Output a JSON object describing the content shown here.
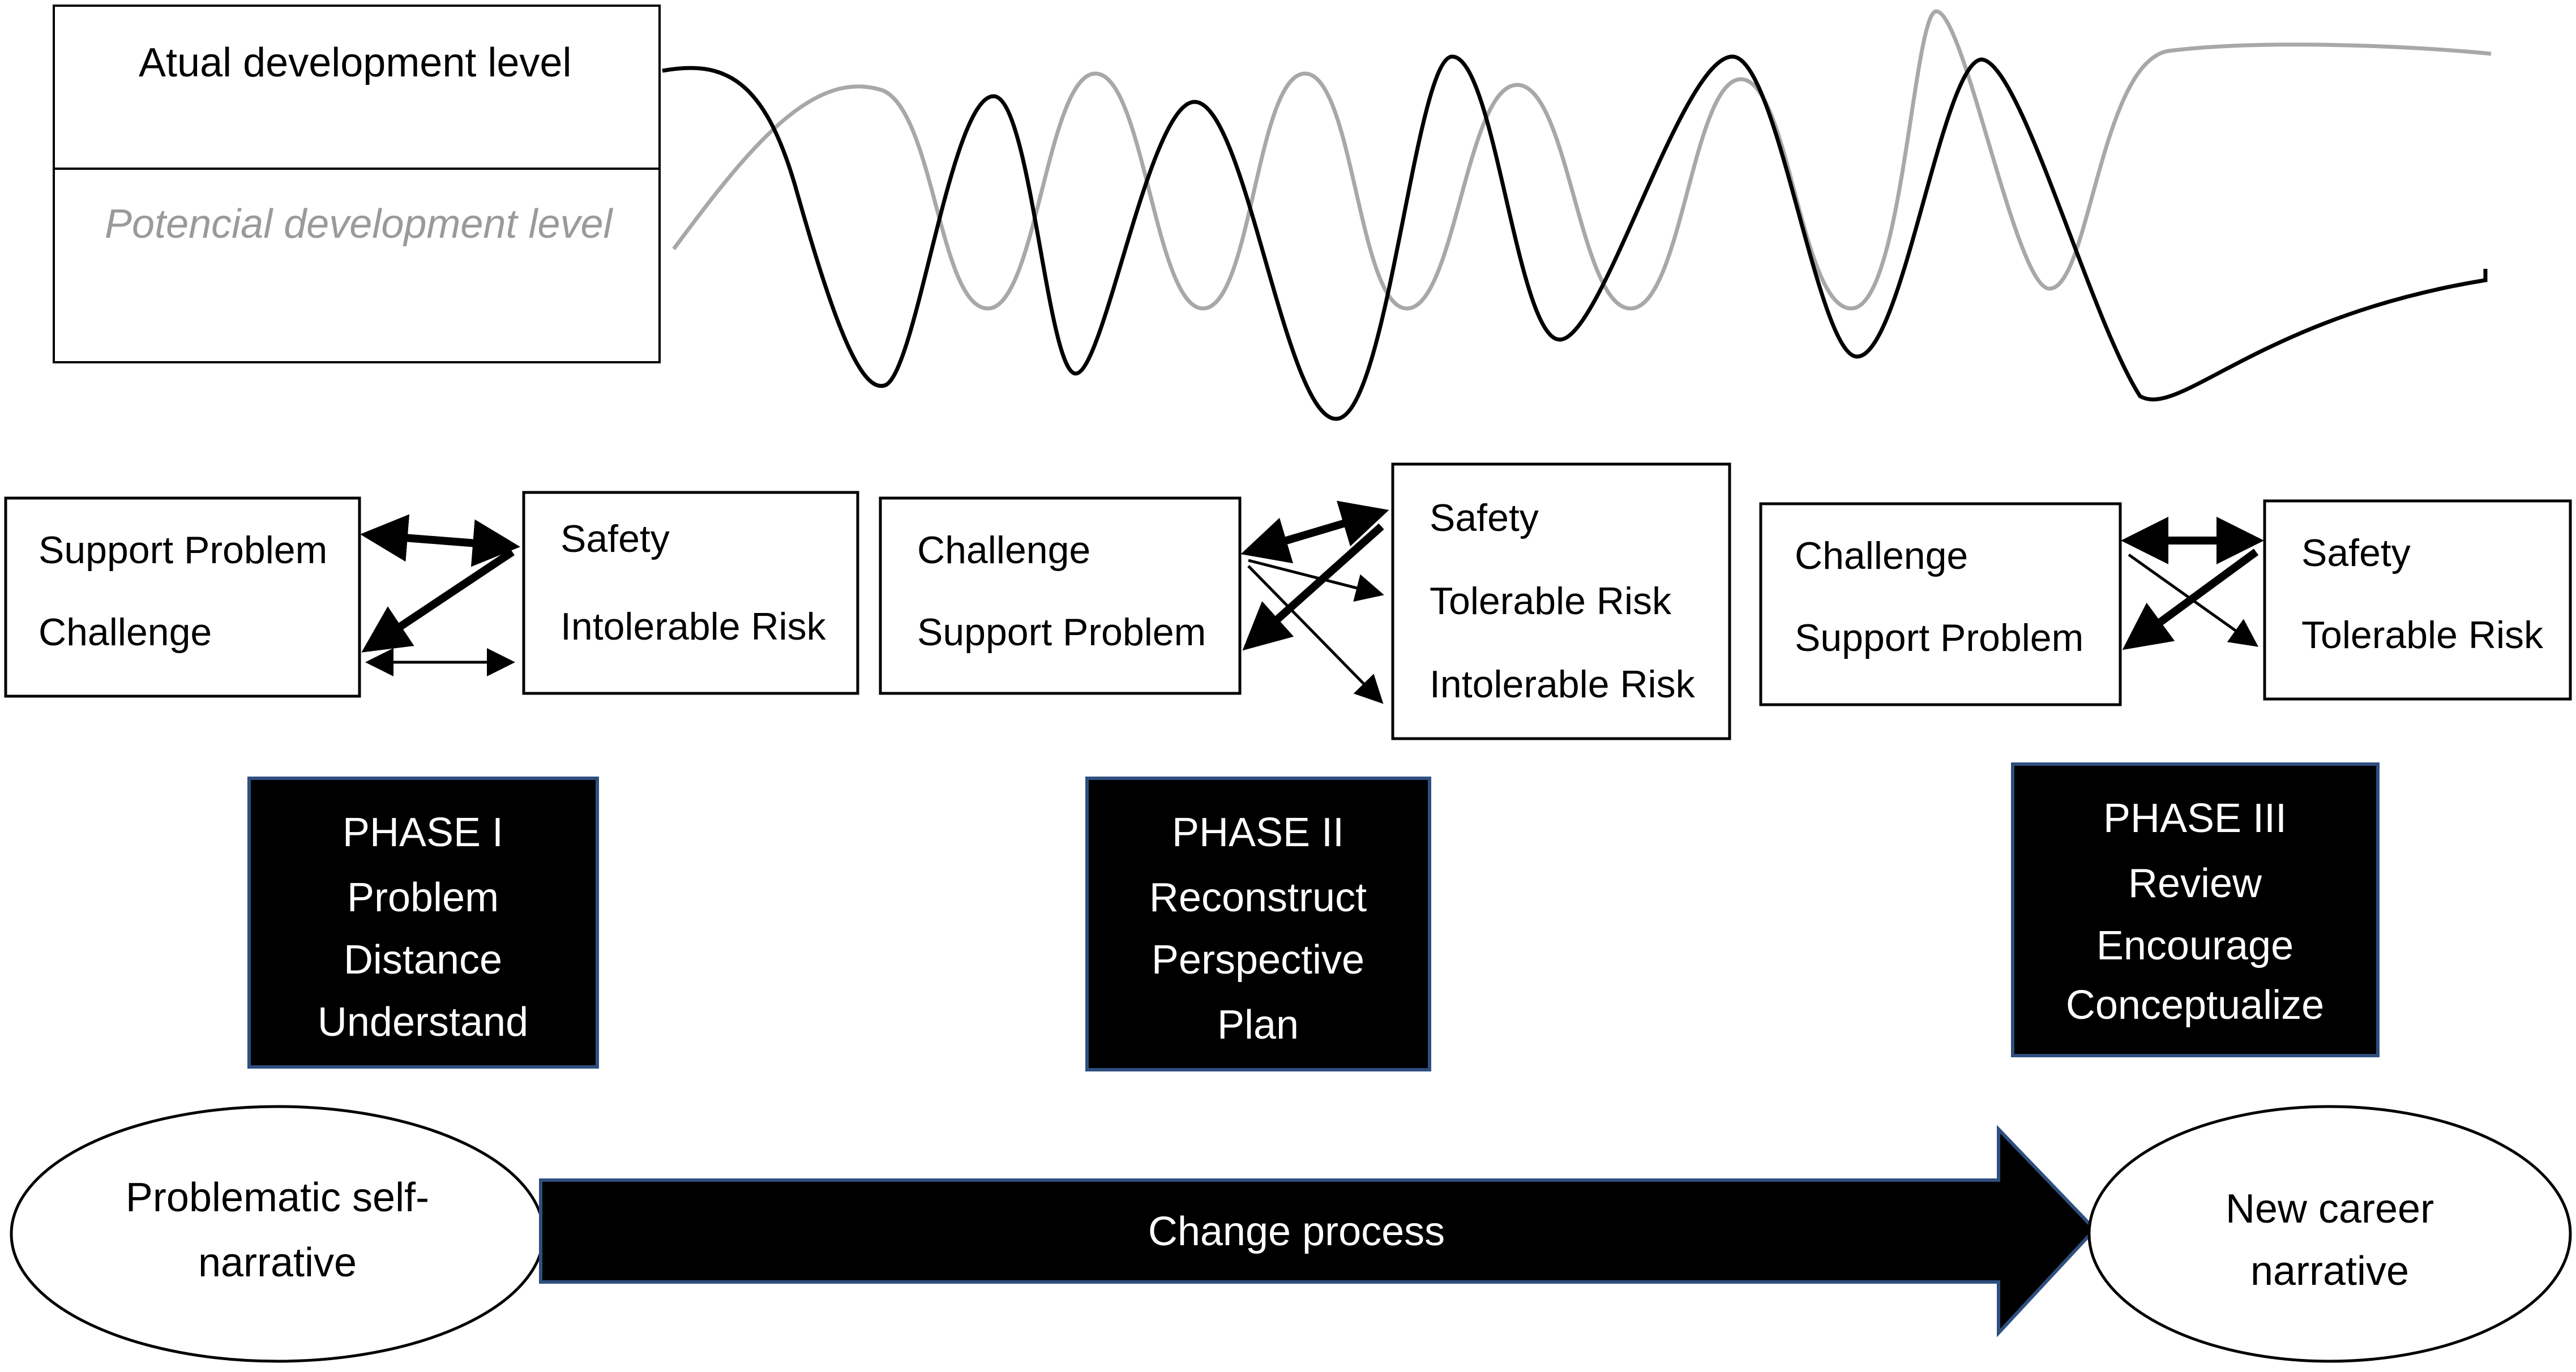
{
  "legend": {
    "actual": "Atual development level",
    "potential": "Potencial development level"
  },
  "colors": {
    "actual_wave": "#000000",
    "potential_wave": "#a8a8a8",
    "phase_fill": "#000000",
    "phase_border": "#2f4f7f"
  },
  "phase1": {
    "left_box": [
      "Support Problem",
      "Challenge"
    ],
    "right_box": [
      "Safety",
      "Intolerable Risk"
    ],
    "phase": [
      "PHASE I",
      "Problem",
      "Distance",
      "Understand"
    ]
  },
  "phase2": {
    "left_box": [
      "Challenge",
      "Support Problem"
    ],
    "right_box": [
      "Safety",
      "Tolerable Risk",
      "Intolerable Risk"
    ],
    "phase": [
      "PHASE II",
      "Reconstruct",
      "Perspective",
      "Plan"
    ]
  },
  "phase3": {
    "left_box": [
      "Challenge",
      "Support Problem"
    ],
    "right_box": [
      "Safety",
      "Tolerable Risk"
    ],
    "phase": [
      "PHASE III",
      "Review",
      "Encourage",
      "Conceptualize"
    ]
  },
  "process": {
    "start": [
      "Problematic self-",
      "narrative"
    ],
    "arrow_label": "Change process",
    "end": [
      "New career",
      "narrative"
    ]
  }
}
